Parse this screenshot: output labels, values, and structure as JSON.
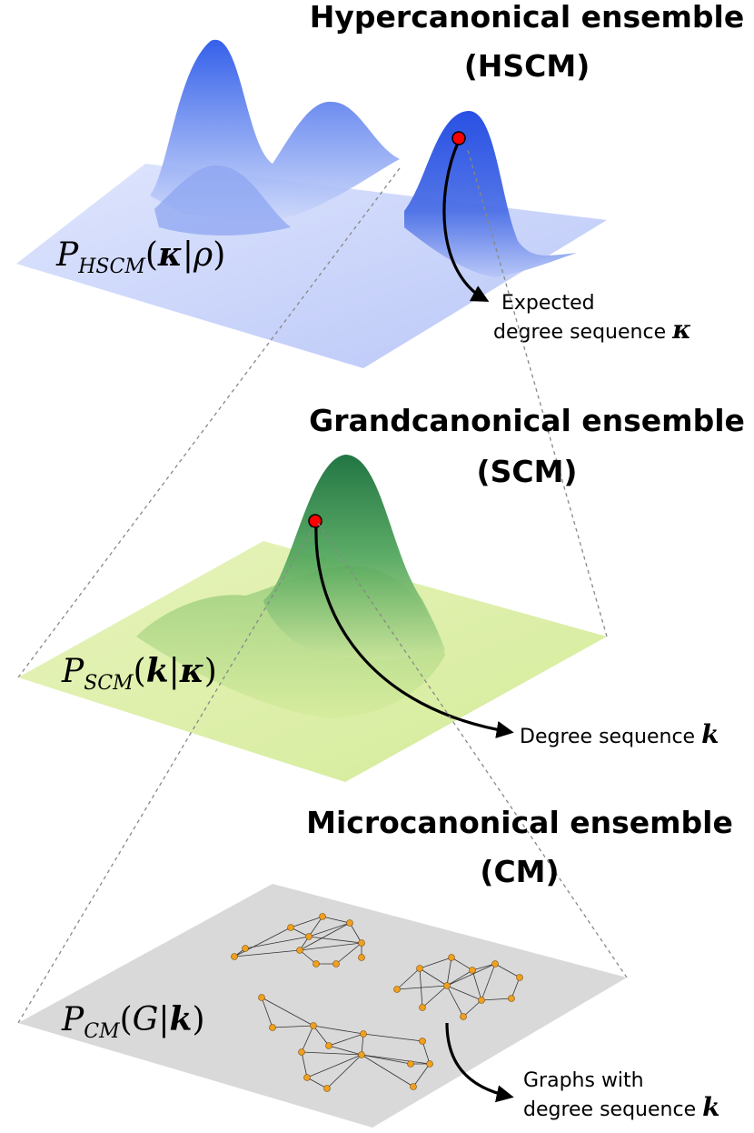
{
  "levels": {
    "hscm": {
      "title_line1": "Hypercanonical ensemble",
      "title_line2": "(HSCM)",
      "prob_symbol": "P",
      "prob_subscript": "HSCM",
      "prob_open": "(",
      "prob_var": "κ",
      "prob_bar": "|",
      "prob_cond": "ρ",
      "prob_close": ")",
      "annotation_line1": "Expected",
      "annotation_line2": "degree sequence ",
      "annotation_symbol": "κ",
      "surface_color": "#2b57e6",
      "plane_color": "#c9d3fb"
    },
    "scm": {
      "title_line1": "Grandcanonical ensemble",
      "title_line2": "(SCM)",
      "prob_symbol": "P",
      "prob_subscript": "SCM",
      "prob_open": "(",
      "prob_var": "k",
      "prob_bar": "|",
      "prob_cond": "κ",
      "prob_close": ")",
      "annotation_line1": "Degree sequence ",
      "annotation_symbol": "k",
      "surface_color": "#1f7a3a",
      "plane_color": "#dceea8"
    },
    "cm": {
      "title_line1": "Microcanonical ensemble",
      "title_line2": "(CM)",
      "prob_symbol": "P",
      "prob_subscript": "CM",
      "prob_open": "(",
      "prob_var": "G",
      "prob_bar": "|",
      "prob_cond": "k",
      "prob_close": ")",
      "annotation_line1": "Graphs with",
      "annotation_line2": "degree sequence ",
      "annotation_symbol": "k",
      "plane_color": "#d9d9d9",
      "node_color": "#f0a020"
    }
  },
  "marker_color": "#ff0000"
}
